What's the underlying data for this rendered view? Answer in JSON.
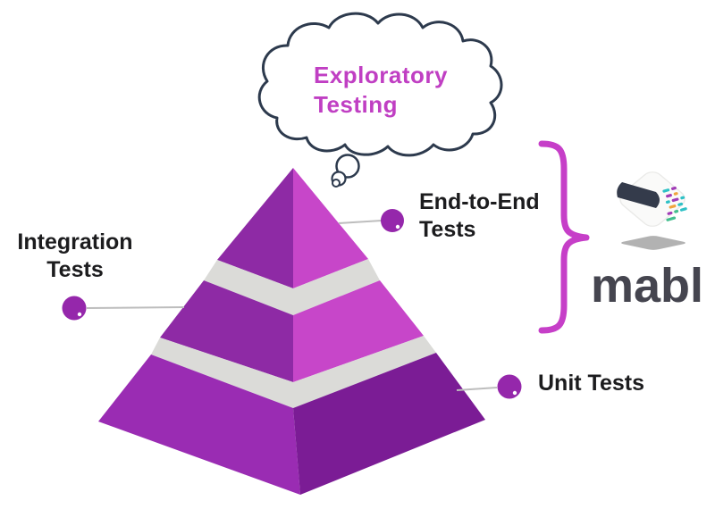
{
  "thought_bubble": {
    "label": "Exploratory\nTesting"
  },
  "labels": {
    "end_to_end": "End-to-End\nTests",
    "integration": "Integration\nTests",
    "unit": "Unit Tests"
  },
  "brand": {
    "wordmark": "mabl",
    "logo_icon": "mabl-cube"
  },
  "colors": {
    "background": "#ffffff",
    "cloud_outline": "#2d3a4d",
    "bubble_text": "#c03fc3",
    "label_text": "#1c1c1e",
    "pyramid_left_face": "#8e2aa5",
    "pyramid_right_face": "#c746c9",
    "pyramid_bottom_left_face": "#9a2cb3",
    "pyramid_bottom_right_face": "#7b1c95",
    "tier_gap": "#dbdbd8",
    "connector_line": "#bdbdbd",
    "callout_dot": "#9527ab",
    "dot_highlight": "#ffffff",
    "brace": "#c63fc8",
    "wordmark_text": "#45454f",
    "logo_cube_fill": "#fafaf9",
    "logo_cube_edge": "#eaeae8",
    "logo_band": "#343b4b",
    "logo_shadow": "#b2b2b2",
    "code_teal": "#2ec1c6",
    "code_purple": "#a13cb7",
    "code_orange": "#f0a43e",
    "code_green": "#43be8e"
  }
}
